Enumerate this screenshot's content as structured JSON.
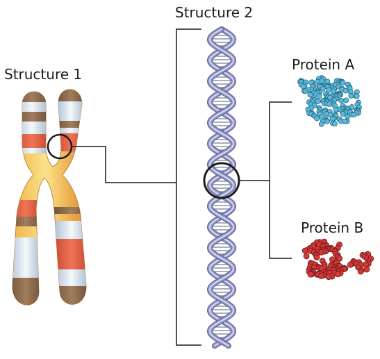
{
  "labels": {
    "structure1": "Structure 1",
    "structure2": "Structure 2",
    "proteinA": "Protein A",
    "proteinB": "Protein B"
  },
  "colors": {
    "line": "#1a1a1a",
    "chromosome_gradient_light": "#f8d56b",
    "chromosome_gradient_dark": "#e79a2b",
    "band_brown": "#8c6a4c",
    "band_red": "#de5a3c",
    "band_white": "#e6eef6",
    "dna_strand": "#8d92c2",
    "dna_strand_dark": "#5a5f92",
    "protein_a": "#5ab8d8",
    "protein_b": "#d23a3a"
  }
}
